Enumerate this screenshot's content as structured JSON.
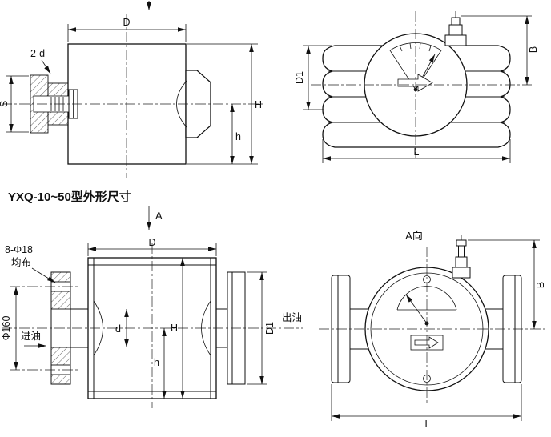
{
  "colors": {
    "line": "#111111",
    "background": "#ffffff"
  },
  "title": "YXQ-10~50型外形尺寸",
  "section_arrow": {
    "label": "A"
  },
  "threaded_front": {
    "dim_bolt": "2-d",
    "dim_width": "D",
    "dim_wrench": "S",
    "dim_height": "H",
    "dim_height_small": "h"
  },
  "threaded_side": {
    "dim_diameter": "D1",
    "dim_top": "B",
    "dim_length": "L"
  },
  "flanged_front": {
    "dim_bolt_holes": "8-Φ18",
    "dim_bolt_note": "均布",
    "dim_bolt_circle": "Φ160",
    "inlet_label": "进油",
    "outlet_label": "出油",
    "dim_width": "D",
    "dim_bore": "d",
    "dim_height": "H",
    "dim_height_small": "h",
    "dim_flange": "D1"
  },
  "flanged_side": {
    "view_label": "A向",
    "dim_top": "B",
    "dim_length": "L"
  }
}
